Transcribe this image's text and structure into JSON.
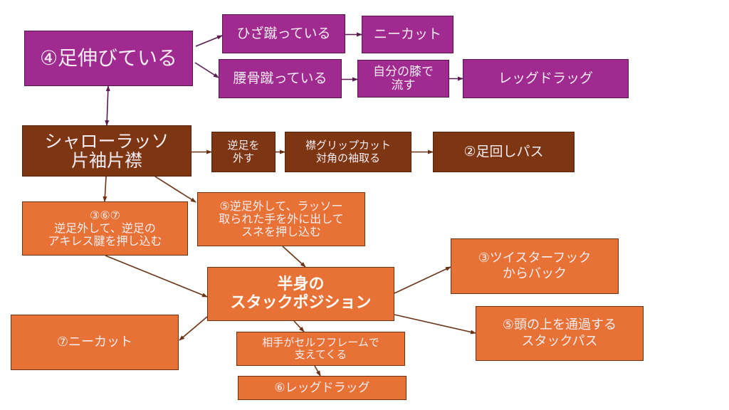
{
  "colors": {
    "purple": "#a02a90",
    "brown": "#7e3512",
    "orange": "#e87235",
    "edge_purple": "#5a1a52",
    "edge_brown": "#6b3315"
  },
  "nodes": {
    "n4": {
      "label": "④足伸びている"
    },
    "hiza": {
      "label": "ひざ蹴っている"
    },
    "kneecut_top": {
      "label": "ニーカット"
    },
    "koshi": {
      "label": "腰骨蹴っている"
    },
    "jibun": {
      "label": "自分の膝で\n流す"
    },
    "legdrag_top": {
      "label": "レッグドラッグ"
    },
    "shallow": {
      "label": "シャローラッソ\n片袖片襟"
    },
    "gyaku": {
      "label": "逆足を\n外す"
    },
    "eri": {
      "label": "襟グリップカット\n対角の袖取る"
    },
    "n2": {
      "label": "②足回しパス"
    },
    "n367": {
      "label": "③⑥⑦\n逆足外して、逆足の\nアキレス腱を押し込む"
    },
    "n5a": {
      "label": "⑤逆足外して、ラッソー\n取られた手を外に出して\nスネを押し込む"
    },
    "hanmi": {
      "label": "半身の\nスタックポジション"
    },
    "n3twister": {
      "label": "③ツイスターフック\nからバック"
    },
    "n5head": {
      "label": "⑤頭の上を通過する\nスタックパス"
    },
    "n7": {
      "label": "⑦ニーカット"
    },
    "aite": {
      "label": "相手がセルフフレームで\n支えてくる"
    },
    "n6": {
      "label": "⑥レッグドラッグ"
    }
  },
  "edges": [
    {
      "from": "n4",
      "to": "hiza",
      "color": "purple"
    },
    {
      "from": "n4",
      "to": "koshi",
      "color": "purple"
    },
    {
      "from": "hiza",
      "to": "kneecut_top",
      "color": "purple"
    },
    {
      "from": "koshi",
      "to": "jibun",
      "color": "purple"
    },
    {
      "from": "jibun",
      "to": "legdrag_top",
      "color": "purple"
    },
    {
      "from": "shallow",
      "to": "n4",
      "color": "purple",
      "bidirectional": true
    },
    {
      "from": "shallow",
      "to": "gyaku",
      "color": "brown"
    },
    {
      "from": "gyaku",
      "to": "eri",
      "color": "brown"
    },
    {
      "from": "eri",
      "to": "n2",
      "color": "brown"
    },
    {
      "from": "shallow",
      "to": "n367",
      "color": "brown"
    },
    {
      "from": "shallow",
      "to": "n5a",
      "color": "brown"
    },
    {
      "from": "n367",
      "to": "hanmi",
      "color": "brown"
    },
    {
      "from": "n5a",
      "to": "hanmi",
      "color": "brown"
    },
    {
      "from": "hanmi",
      "to": "n3twister",
      "color": "brown"
    },
    {
      "from": "hanmi",
      "to": "n5head",
      "color": "brown"
    },
    {
      "from": "hanmi",
      "to": "n7",
      "color": "brown"
    },
    {
      "from": "hanmi",
      "to": "aite",
      "color": "brown"
    },
    {
      "from": "aite",
      "to": "n6",
      "color": "brown"
    }
  ]
}
